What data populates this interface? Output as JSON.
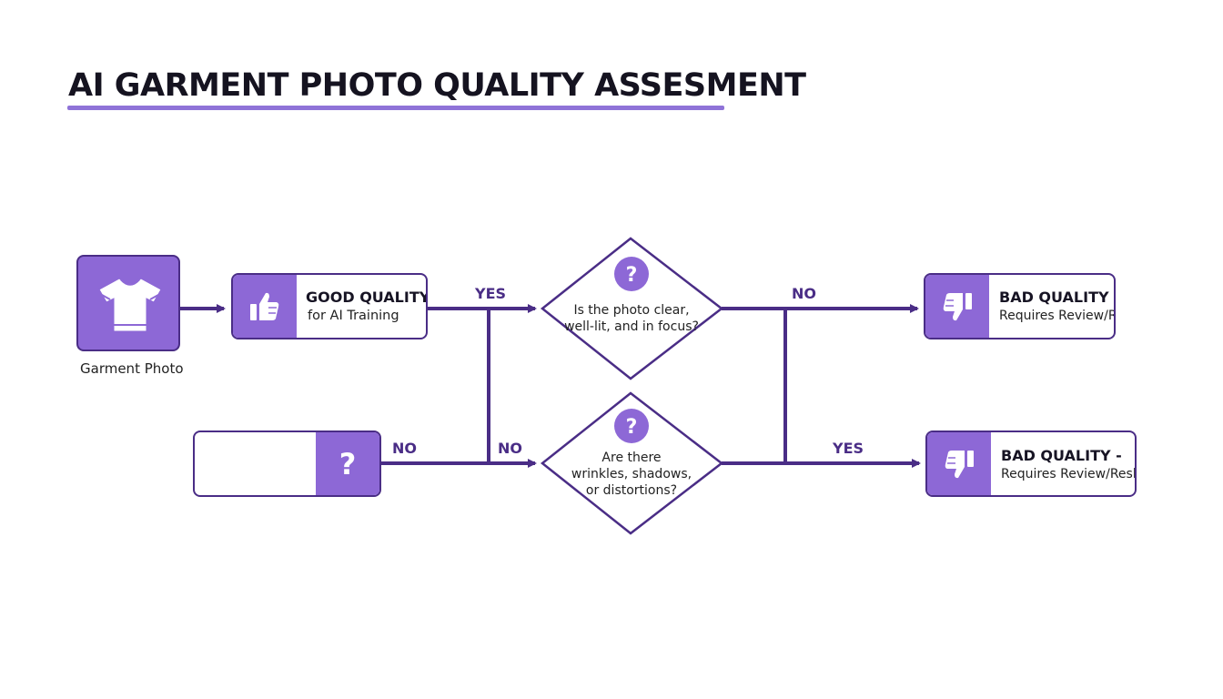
{
  "title": "AI GARMENT PHOTO QUALITY ASSESMENT",
  "colors": {
    "accent": "#8d68d6",
    "line": "#4a2d86",
    "underline": "#8f73d8"
  },
  "input": {
    "caption": "Garment Photo",
    "icon": "tshirt-icon"
  },
  "good": {
    "heading": "GOOD QUALITY",
    "sub": "for AI Training",
    "icon": "thumbs-up-icon"
  },
  "decision1": {
    "text": "Is the photo clear,\nwell-lit, and in focus?",
    "icon": "question-icon"
  },
  "decision2": {
    "text": "Are there\nwrinkles, shadows,\nor distortions?",
    "icon": "question-icon"
  },
  "bad1": {
    "heading": "BAD QUALITY",
    "sub": "Requires Review/Reshoot",
    "icon": "thumbs-down-icon"
  },
  "bad2": {
    "heading": "BAD QUALITY -",
    "sub": "Requires Review/Reshoot",
    "icon": "thumbs-down-icon"
  },
  "empty_box": {
    "icon": "question-icon"
  },
  "labels": {
    "yes_top": "YES",
    "no_top_right": "NO",
    "no_bottom_left": "NO",
    "no_bottom_mid": "NO",
    "yes_bottom_right": "YES"
  }
}
